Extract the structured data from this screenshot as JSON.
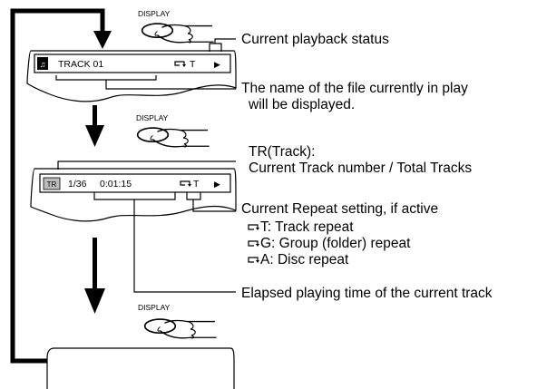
{
  "button_label": "DISPLAY",
  "screen1": {
    "icon": "♫",
    "track_text": "TRACK 01",
    "repeat_text": "T",
    "play_icon": "▶"
  },
  "screen2": {
    "tr_badge": "TR",
    "track_count": "1/36",
    "elapsed_time": "0:01:15",
    "repeat_text": "T",
    "play_icon": "▶"
  },
  "annotations": {
    "playback_status": "Current playback status",
    "file_name_line1": "The name of the file currently in play",
    "file_name_line2": "will be displayed.",
    "tr_line1": "TR(Track):",
    "tr_line2": "Current Track number / Total Tracks",
    "repeat_heading": "Current Repeat setting, if active",
    "repeat_items": [
      {
        "icon": "repeat-icon",
        "label": "T: Track repeat"
      },
      {
        "icon": "repeat-icon",
        "label": "G: Group (folder) repeat"
      },
      {
        "icon": "repeat-icon",
        "label": "A: Disc repeat"
      }
    ],
    "elapsed_label": "Elapsed playing time of the current track"
  }
}
